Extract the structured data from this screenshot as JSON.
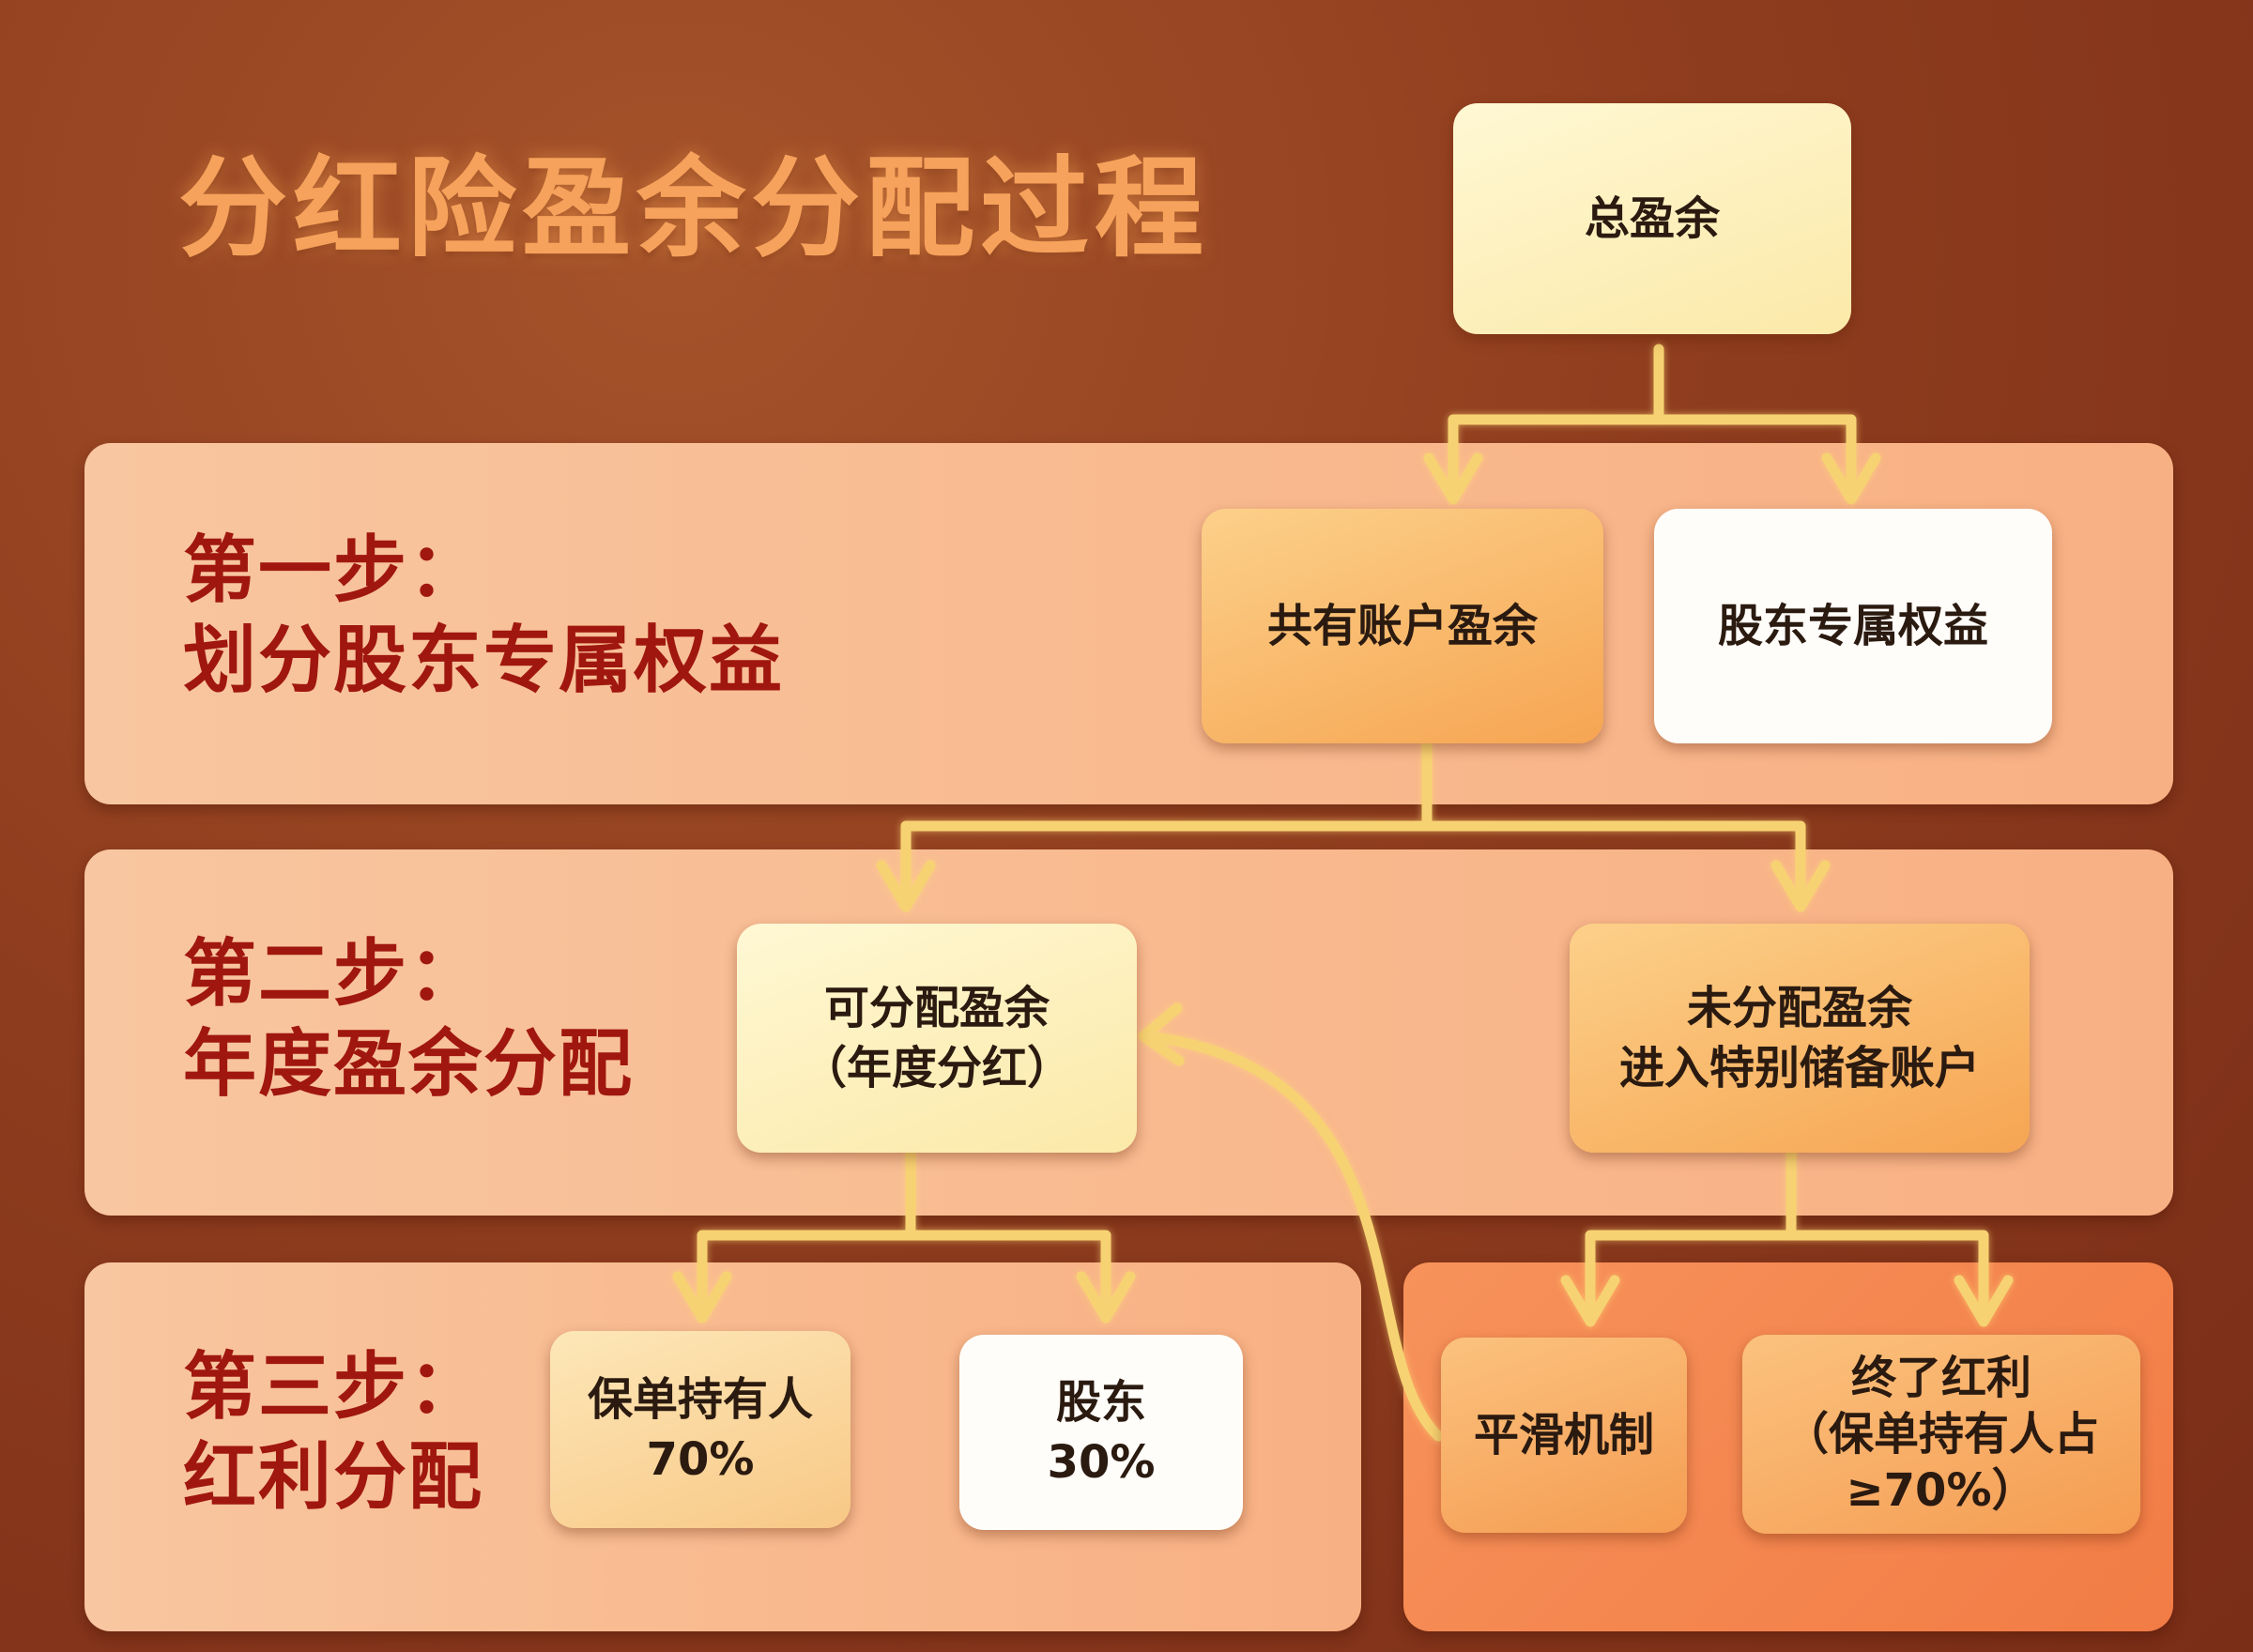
{
  "title": "分红险盈余分配过程",
  "steps": [
    {
      "label": "第一步：",
      "desc": "划分股东专属权益"
    },
    {
      "label": "第二步：",
      "desc": "年度盈余分配"
    },
    {
      "label": "第三步：",
      "desc": "红利分配"
    }
  ],
  "nodes": {
    "total": "总盈余",
    "shared": "共有账户盈余",
    "shareholder_equity": "股东专属权益",
    "distributable": [
      "可分配盈余",
      "（年度分红）"
    ],
    "undistributed": [
      "未分配盈余",
      "进入特别储备账户"
    ],
    "policyholder": [
      "保单持有人",
      "70%"
    ],
    "shareholder": [
      "股东",
      "30%"
    ],
    "smoothing": "平滑机制",
    "terminal_bonus": [
      "终了红利",
      "（保单持有人占",
      "≥70%）"
    ]
  },
  "colors": {
    "arrow": "#f7d272",
    "step_text": "#a0170f",
    "title": "#f6a25c"
  }
}
